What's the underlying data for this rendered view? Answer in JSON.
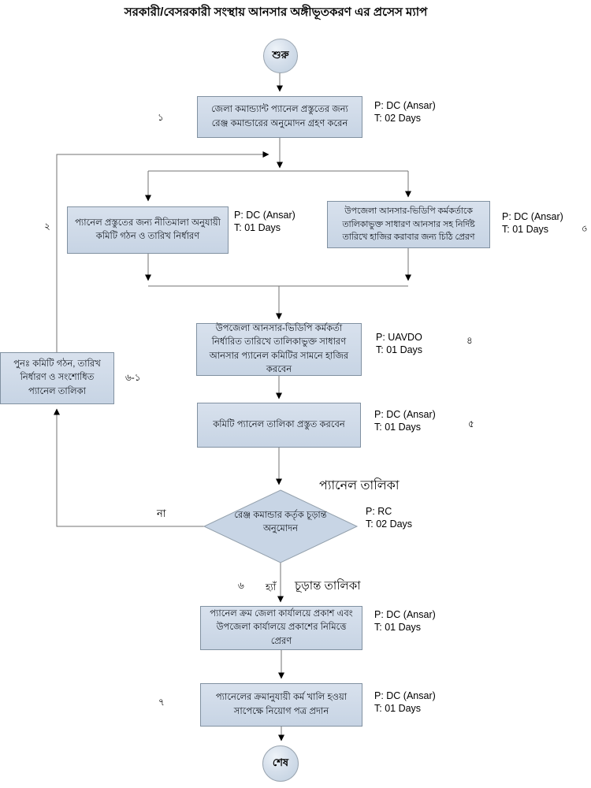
{
  "title": "সরকারী/বেসরকারী সংস্থায় আনসার অঙ্গীভূতকরণ এর প্রসেস ম্যাপ",
  "terminals": {
    "start": "শুরু",
    "end": "শেষ"
  },
  "steps": {
    "s1": {
      "num": "১",
      "label": "জেলা কমান্ড্যান্ট প্যানেল প্রস্তুতের জন্য রেঞ্জ কমান্ডারের অনুমোদন গ্রহণ করেন",
      "p": "P: DC (Ansar)",
      "t": "T: 02 Days"
    },
    "s2": {
      "num": "২",
      "label": "প্যানেল প্রস্তুতের জন্য নীতিমালা অনুযায়ী কমিটি গঠন ও তারিখ নির্ধারণ",
      "p": "P: DC (Ansar)",
      "t": "T: 01 Days"
    },
    "s3": {
      "num": "৩",
      "label": "উপজেলা আনসার-ভিডিপি কর্মকর্তাকে তালিকাভুক্ত সাধারণ আনসার সহ নির্দিষ্ট তারিখে হাজির করাবার জন্য চিঠি প্রেরণ",
      "p": "P: DC (Ansar)",
      "t": "T: 01 Days"
    },
    "s4": {
      "num": "৪",
      "label": "উপজেলা আনসার-ভিডিপি কর্মকর্তা নির্ধারিত তারিখে তালিকাভুক্ত সাধারণ আনসার প্যানেল কমিটির সামনে হাজির করবেন",
      "p": "P: UAVDO",
      "t": "T: 01 Days"
    },
    "s5": {
      "num": "৫",
      "label": "কমিটি প্যানেল তালিকা প্রস্তুত করবেন",
      "p": "P: DC (Ansar)",
      "t": "T: 01 Days"
    },
    "s6": {
      "label": "প্যানেল ক্রম জেলা কার্যালয়ে প্রকাশ এবং উপজেলা কার্যালয়ে প্রকাশের নিমিত্তে প্রেরণ",
      "p": "P: DC (Ansar)",
      "t": "T: 01 Days"
    },
    "s7": {
      "num": "৭",
      "label": "প্যানেলের ক্রমানুযায়ী কর্ম খালি হওয়া সাপেক্ষে নিয়োগ পত্র প্রদান",
      "p": "P: DC (Ansar)",
      "t": "T: 01 Days"
    }
  },
  "decision": {
    "num": "৬",
    "label": "রেঞ্জ কমান্ডার কর্তৃক চূড়ান্ত অনুমোদন",
    "p": "P: RC",
    "t": "T: 02 Days",
    "yes": "হ্যাঁ",
    "no": "না"
  },
  "rework": {
    "num": "৬-১",
    "label": "পুনঃ  কমিটি গঠন, তারিখ নির্ধারণ ও সংশোধিত প্যানেল তালিকা"
  },
  "annotations": {
    "panel_list": "প্যানেল তালিকা",
    "final_list": "চূড়ান্ত তালিকা"
  },
  "colors": {
    "node_fill": "#ccd8e7",
    "node_border": "#8191a1",
    "connector": "#737373",
    "arrowhead": "#000000",
    "text": "#10151c"
  }
}
